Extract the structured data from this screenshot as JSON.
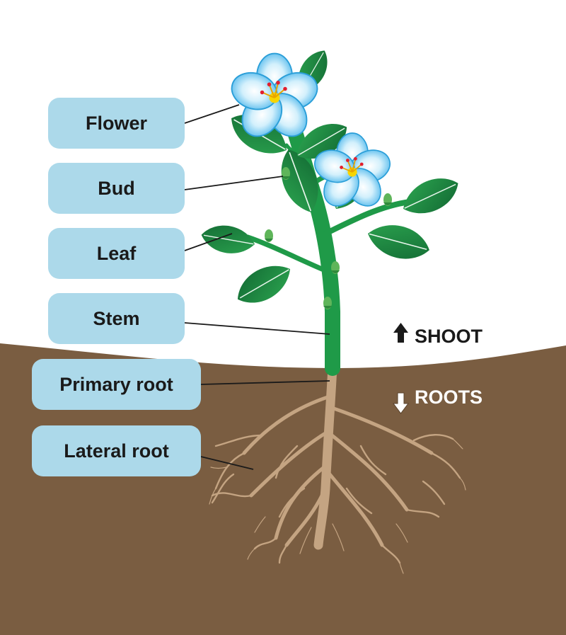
{
  "labels": {
    "flower": "Flower",
    "bud": "Bud",
    "leaf": "Leaf",
    "stem": "Stem",
    "primary_root": "Primary root",
    "lateral_root": "Lateral root"
  },
  "directions": {
    "shoot": "SHOOT",
    "roots": "ROOTS"
  },
  "colors": {
    "label_background": "#acd9ea",
    "soil": "#7a5d41",
    "root": "#c4a482",
    "stem": "#1f9a48",
    "leaf_dark": "#136b34",
    "leaf_light": "#2ba34f",
    "petal": "#42b2ea",
    "petal_light": "#d3f0fc"
  }
}
